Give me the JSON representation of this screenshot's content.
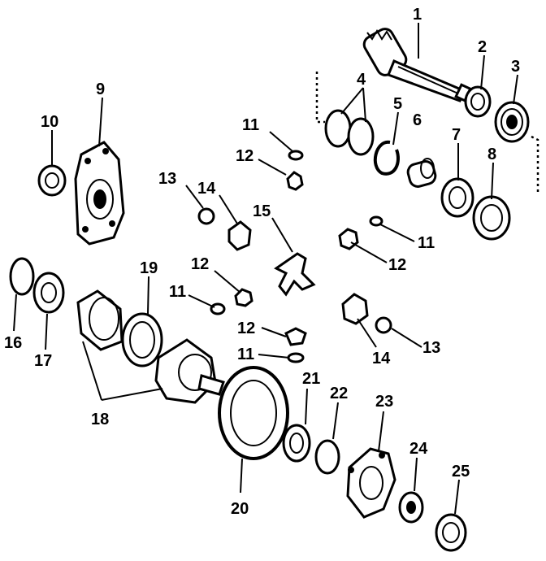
{
  "diagram": {
    "callouts": [
      "1",
      "2",
      "3",
      "4",
      "5",
      "6",
      "7",
      "8",
      "9",
      "10",
      "11",
      "12",
      "13",
      "14",
      "15",
      "16",
      "17",
      "18",
      "19",
      "20",
      "21",
      "22",
      "23",
      "24",
      "25"
    ],
    "repeat_labels": {
      "label_11": "11",
      "label_12": "12",
      "label_13": "13",
      "label_14": "14"
    }
  }
}
